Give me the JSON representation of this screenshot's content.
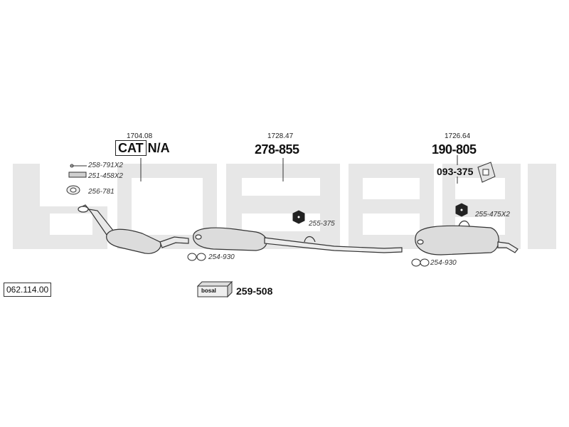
{
  "diagram_number": "062.114.00",
  "brand_watermark": "bosal",
  "groups": [
    {
      "ref": "1704.08",
      "cat_label": "CAT",
      "variant": "N/A"
    },
    {
      "ref": "1728.47",
      "part": "278-855"
    },
    {
      "ref": "1726.64",
      "part": "190-805",
      "sub_part": "093-375"
    }
  ],
  "callouts": {
    "c258": "258-791X2",
    "c251": "251-458X2",
    "c256": "256-781",
    "c254a": "254-930",
    "c255a": "255-375",
    "c255b": "255-475X2",
    "c254b": "254-930"
  },
  "kit": {
    "label": "259-508",
    "logo": "bosal"
  },
  "colors": {
    "watermark": "#e6e6e6",
    "line": "#333333",
    "part_fill": "#dcdcdc"
  }
}
